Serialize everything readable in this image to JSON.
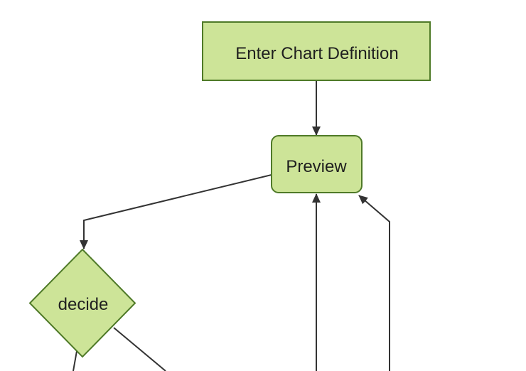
{
  "diagram": {
    "kind": "flowchart",
    "background_color": "#ffffff",
    "colors": {
      "node_fill": "#cde498",
      "node_stroke": "#4f7a28",
      "edge": "#333333",
      "label_text": "#1f1f1f"
    },
    "nodes": [
      {
        "id": "enter-chart-definition",
        "shape": "rectangle",
        "label": "Enter Chart Definition"
      },
      {
        "id": "preview",
        "shape": "rounded-rectangle",
        "label": "Preview"
      },
      {
        "id": "decide",
        "shape": "diamond",
        "label": "decide"
      }
    ],
    "edges": [
      {
        "name": "enter-chart-definition-to-preview",
        "arrowhead": "down into preview top"
      },
      {
        "name": "preview-to-decide",
        "arrowhead": "down into decide top"
      },
      {
        "name": "bottom-offscreen-to-preview",
        "arrowhead": "up into preview bottom"
      },
      {
        "name": "bottom-right-offscreen-to-preview",
        "arrowhead": "up-left into preview bottom-right corner"
      },
      {
        "name": "decide-to-bottom-left-offscreen",
        "arrowhead": "none visible (exits frame)"
      },
      {
        "name": "decide-to-bottom-right-offscreen",
        "arrowhead": "none visible (exits frame)"
      }
    ]
  }
}
